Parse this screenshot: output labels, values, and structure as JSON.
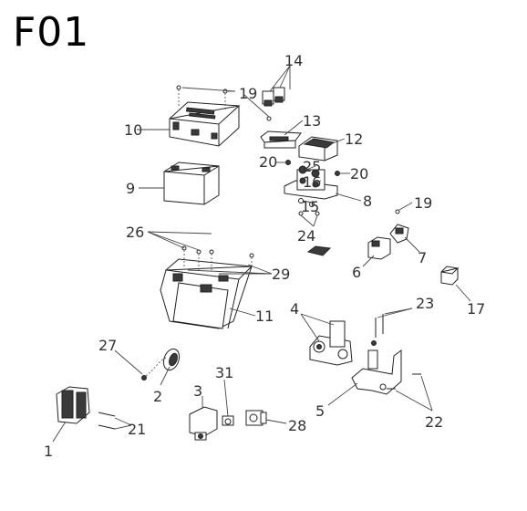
{
  "page": {
    "title": "F01"
  },
  "callouts": {
    "c1": "1",
    "c2": "2",
    "c3": "3",
    "c4": "4",
    "c5": "5",
    "c6": "6",
    "c7": "7",
    "c8": "8",
    "c9": "9",
    "c10": "10",
    "c11": "11",
    "c12": "12",
    "c13": "13",
    "c14": "14",
    "c15": "15",
    "c16": "16",
    "c17": "17",
    "c19a": "19",
    "c19b": "19",
    "c20a": "20",
    "c20b": "20",
    "c21": "21",
    "c22": "22",
    "c23": "23",
    "c24": "24",
    "c25": "25",
    "c26": "26",
    "c27": "27",
    "c28": "28",
    "c29": "29",
    "c31": "31"
  }
}
